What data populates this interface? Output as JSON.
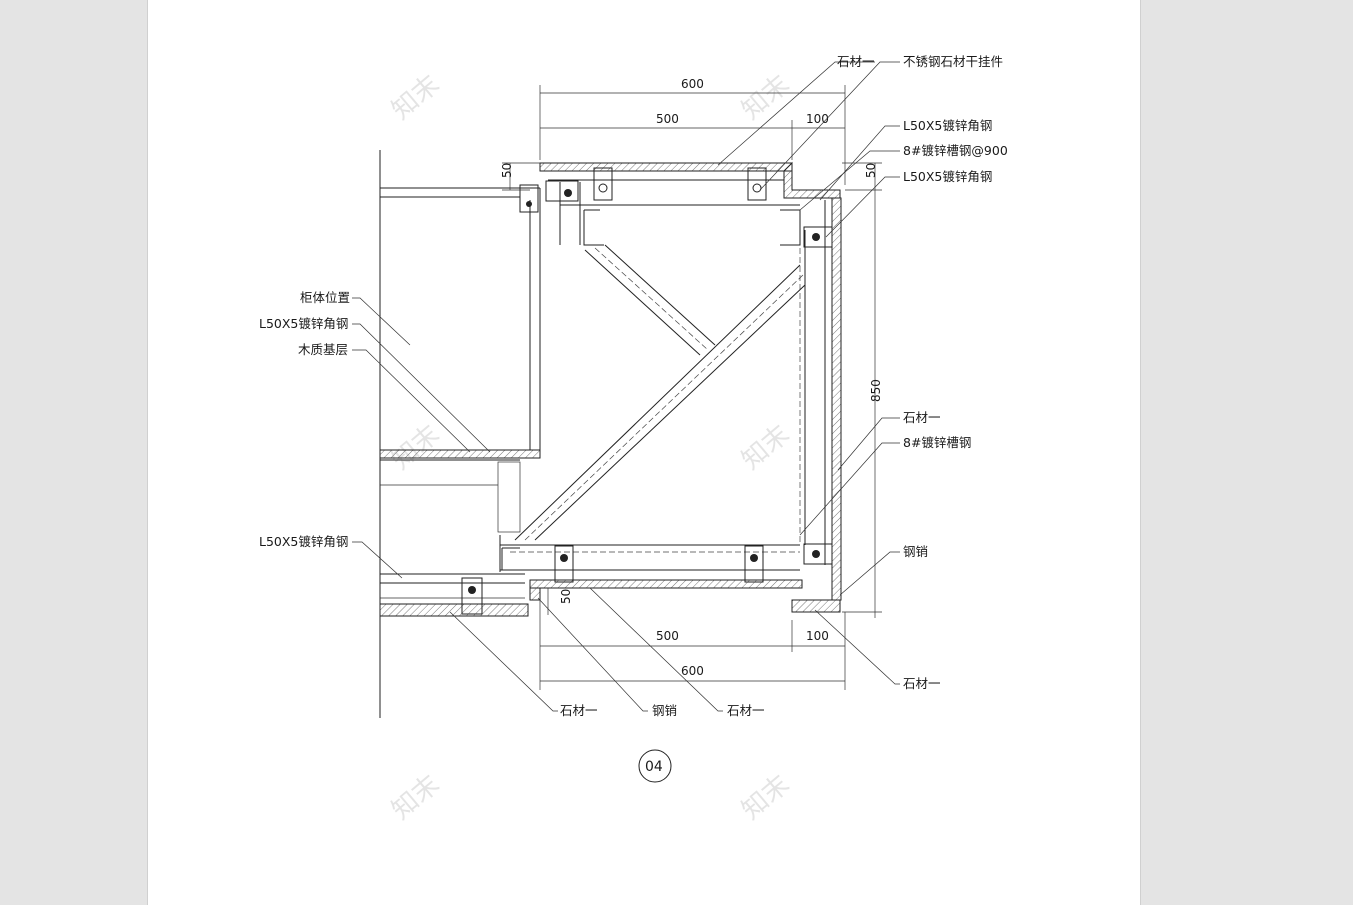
{
  "drawing": {
    "detail_number": "04",
    "watermark": "知末",
    "labels": {
      "stone_top": "石材一",
      "stainless_hanger": "不锈钢石材干挂件",
      "angle_steel_top": "L50X5镀锌角钢",
      "channel_900": "8#镀锌槽钢@900",
      "angle_steel_right": "L50X5镀锌角钢",
      "cabinet_position": "柜体位置",
      "angle_steel_left": "L50X5镀锌角钢",
      "wood_base": "木质基层",
      "stone_right": "石材一",
      "channel_right": "8#镀锌槽钢",
      "angle_steel_bottom_left": "L50X5镀锌角钢",
      "steel_pin_right": "钢销",
      "stone_bottom_right": "石材一",
      "stone_bottom_1": "石材一",
      "steel_pin_bottom": "钢销",
      "stone_bottom_2": "石材一"
    },
    "dimensions": {
      "top_total": "600",
      "top_left": "500",
      "top_right": "100",
      "left_50": "50",
      "right_50": "50",
      "height_850": "850",
      "bottom_50": "50",
      "bottom_left": "500",
      "bottom_right": "100",
      "bottom_total": "600"
    }
  }
}
